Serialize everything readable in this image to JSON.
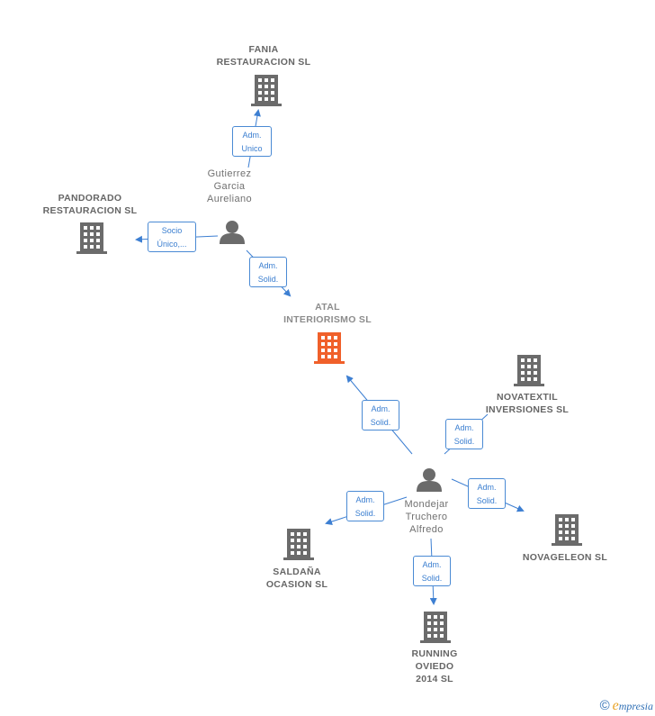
{
  "nodes": {
    "fania": {
      "label": "FANIA\nRESTAURACION SL",
      "kind": "company"
    },
    "pandorado": {
      "label": "PANDORADO\nRESTAURACION SL",
      "kind": "company"
    },
    "gutierrez": {
      "label": "Gutierrez\nGarcia\nAureliano",
      "kind": "person"
    },
    "atal": {
      "label": "ATAL\nINTERIORISMO SL",
      "kind": "company",
      "focus": true
    },
    "novatextil": {
      "label": "NOVATEXTIL\nINVERSIONES SL",
      "kind": "company"
    },
    "mondejar": {
      "label": "Mondejar\nTruchero\nAlfredo",
      "kind": "person"
    },
    "saldana": {
      "label": "SALDAÑA\nOCASION SL",
      "kind": "company"
    },
    "novageleon": {
      "label": "NOVAGELEON SL",
      "kind": "company"
    },
    "running": {
      "label": "RUNNING\nOVIEDO\n2014  SL",
      "kind": "company"
    }
  },
  "relations": {
    "gutierrez_fania": "Adm.\nUnico",
    "gutierrez_pandorado": "Socio\nÚnico,...",
    "gutierrez_atal": "Adm.\nSolid.",
    "mondejar_atal": "Adm.\nSolid.",
    "mondejar_novatextil": "Adm.\nSolid.",
    "mondejar_novageleon": "Adm.\nSolid.",
    "mondejar_saldana": "Adm.\nSolid.",
    "mondejar_running": "Adm.\nSolid."
  },
  "colors": {
    "edge": "#3d7fd2",
    "icon": "#6b6b6b",
    "focus_icon": "#f0602a",
    "relation_border": "#4a8ad4"
  },
  "icons": {
    "company": "building-icon",
    "person": "person-icon"
  },
  "footer": {
    "copyright": "©",
    "brand_initial": "e",
    "brand_rest": "mpresia"
  }
}
